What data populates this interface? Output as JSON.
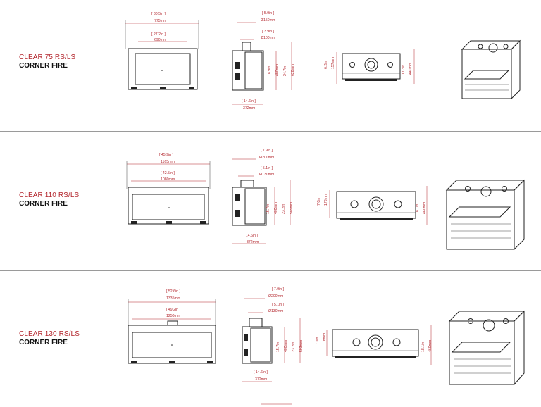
{
  "colors": {
    "accent": "#b3262d",
    "line": "#222222",
    "divider": "#9a9a9a"
  },
  "models": [
    {
      "name": "CLEAR 75 RS/LS",
      "subtitle": "CORNER FIRE",
      "front": {
        "outer_in": "[ 30.5in ]",
        "outer_mm": "775mm",
        "inner_in": "[ 27.2in ]",
        "inner_mm": "690mm"
      },
      "side": {
        "flue_outer_in": "[ 5.9in ]",
        "flue_outer_mm": "Ø150mm",
        "flue_inner_in": "[ 3.9in ]",
        "flue_inner_mm": "Ø100mm",
        "h1_in": "18.9in",
        "h1_mm": "480mm",
        "h2_in": "24.7in",
        "h2_mm": "628mm",
        "depth_in": "[ 14.6in ]",
        "depth_mm": "372mm"
      },
      "top": {
        "left_in": "6.2in",
        "left_mm": "157mm",
        "right_in": "17.3in",
        "right_mm": "440mm"
      }
    },
    {
      "name": "CLEAR 110 RS/LS",
      "subtitle": "CORNER FIRE",
      "front": {
        "outer_in": "[ 45.9in ]",
        "outer_mm": "1165mm",
        "inner_in": "[ 42.5in ]",
        "inner_mm": "1080mm"
      },
      "side": {
        "flue_outer_in": "[ 7.9in ]",
        "flue_outer_mm": "Ø200mm",
        "flue_inner_in": "[ 5.1in ]",
        "flue_inner_mm": "Ø130mm",
        "h1_in": "15.7in",
        "h1_mm": "400mm",
        "h2_in": "23.2in",
        "h2_mm": "589mm",
        "depth_in": "[ 14.6in ]",
        "depth_mm": "372mm"
      },
      "top": {
        "left_in": "7.0in",
        "left_mm": "178mm",
        "right_in": "18.1in",
        "right_mm": "460mm"
      }
    },
    {
      "name": "CLEAR 130 RS/LS",
      "subtitle": "CORNER FIRE",
      "front": {
        "outer_in": "[ 52.6in ]",
        "outer_mm": "1335mm",
        "inner_in": "[ 49.2in ]",
        "inner_mm": "1250mm"
      },
      "side": {
        "flue_outer_in": "[ 7.9in ]",
        "flue_outer_mm": "Ø200mm",
        "flue_inner_in": "[ 5.1in ]",
        "flue_inner_mm": "Ø130mm",
        "h1_in": "15.7in",
        "h1_mm": "400mm",
        "h2_in": "23.2in",
        "h2_mm": "593mm",
        "depth_in": "[ 14.6in ]",
        "depth_mm": "372mm"
      },
      "top": {
        "left_in": "7.0in",
        "left_mm": "178mm",
        "right_in": "18.1in",
        "right_mm": "460mm"
      }
    }
  ]
}
